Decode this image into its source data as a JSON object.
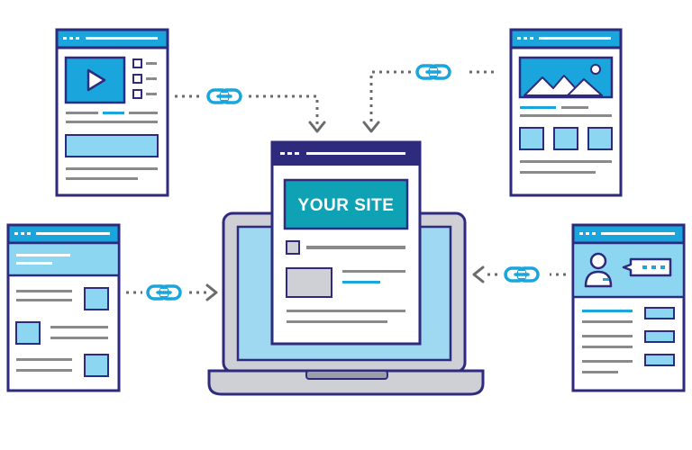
{
  "center_site": {
    "label": "YOUR SITE"
  },
  "colors": {
    "outline": "#2e2a7d",
    "header_bar": "#1aa6dc",
    "light_blue": "#8dd6f2",
    "cyan": "#1aa6dc",
    "teal_banner": "#0fa2b4",
    "gray_line": "#8a8a8a",
    "laptop_gray": "#cfcfd6",
    "laptop_dark": "#2e2a7d",
    "screen_blue": "#9fd8f1",
    "paper": "#ffffff"
  },
  "icons": {
    "video_page": "play-icon",
    "image_page": "mountain-image-icon",
    "profile_page": "user-avatar-icon",
    "chat": "speech-bubble-icon",
    "link": "chain-link-icon",
    "arrow": "arrow-icon"
  },
  "backlinks": [
    "top-left",
    "top-right",
    "mid-left",
    "mid-right"
  ]
}
